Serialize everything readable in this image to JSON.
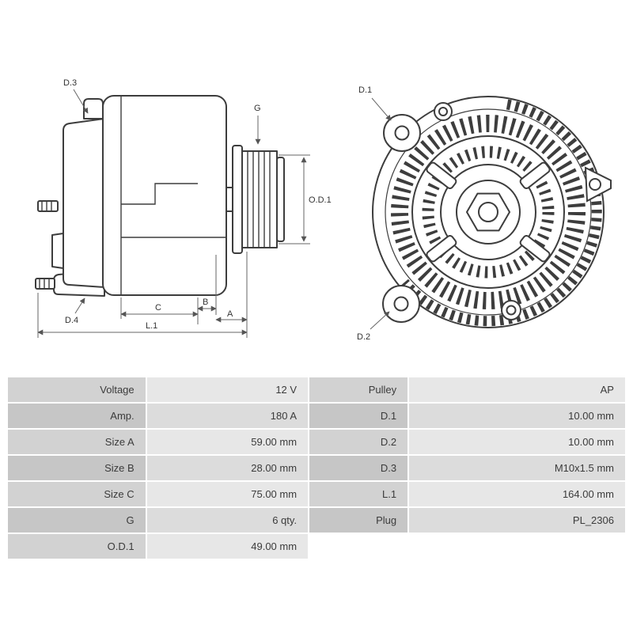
{
  "diagram": {
    "labels": {
      "d1": "D.1",
      "d2": "D.2",
      "d3": "D.3",
      "d4": "D.4",
      "g": "G",
      "od1": "O.D.1",
      "a": "A",
      "b": "B",
      "c": "C",
      "l1": "L.1"
    }
  },
  "table": {
    "rows": [
      {
        "ll": "Voltage",
        "lv": "12 V",
        "rl": "Pulley",
        "rv": "AP"
      },
      {
        "ll": "Amp.",
        "lv": "180 A",
        "rl": "D.1",
        "rv": "10.00 mm"
      },
      {
        "ll": "Size A",
        "lv": "59.00 mm",
        "rl": "D.2",
        "rv": "10.00 mm"
      },
      {
        "ll": "Size B",
        "lv": "28.00 mm",
        "rl": "D.3",
        "rv": "M10x1.5 mm"
      },
      {
        "ll": "Size C",
        "lv": "75.00 mm",
        "rl": "L.1",
        "rv": "164.00 mm"
      },
      {
        "ll": "G",
        "lv": "6 qty.",
        "rl": "Plug",
        "rv": "PL_2306"
      },
      {
        "ll": "O.D.1",
        "lv": "49.00 mm",
        "rl": "",
        "rv": ""
      }
    ]
  }
}
